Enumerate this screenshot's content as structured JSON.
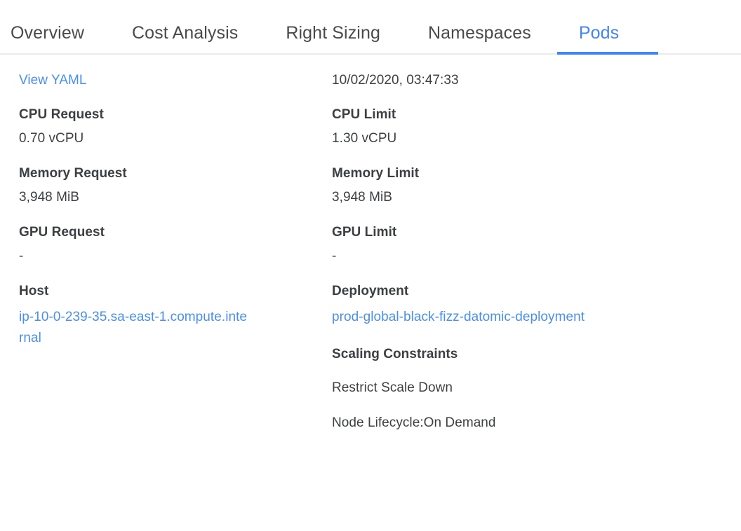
{
  "tabs": [
    {
      "label": "Overview",
      "active": false
    },
    {
      "label": "Cost Analysis",
      "active": false
    },
    {
      "label": "Right Sizing",
      "active": false
    },
    {
      "label": "Namespaces",
      "active": false
    },
    {
      "label": "Pods",
      "active": true
    }
  ],
  "colors": {
    "accent": "#4285f4",
    "link": "#4a90e8",
    "text": "#3c4043",
    "tab_inactive": "#4a4a4a",
    "divider": "#ebebeb"
  },
  "details": {
    "view_yaml_label": "View YAML",
    "timestamp": "10/02/2020, 03:47:33",
    "left": [
      {
        "label": "CPU Request",
        "value": "0.70 vCPU"
      },
      {
        "label": "Memory Request",
        "value": "3,948 MiB"
      },
      {
        "label": "GPU Request",
        "value": "-"
      }
    ],
    "right": [
      {
        "label": "CPU Limit",
        "value": "1.30 vCPU"
      },
      {
        "label": "Memory Limit",
        "value": "3,948 MiB"
      },
      {
        "label": "GPU Limit",
        "value": "-"
      }
    ],
    "host": {
      "label": "Host",
      "value": "ip-10-0-239-35.sa-east-1.compute.internal"
    },
    "deployment": {
      "label": "Deployment",
      "value": "prod-global-black-fizz-datomic-deployment"
    },
    "scaling_constraints": {
      "heading": "Scaling Constraints",
      "lines": [
        "Restrict Scale Down",
        "Node Lifecycle:On Demand"
      ]
    }
  }
}
